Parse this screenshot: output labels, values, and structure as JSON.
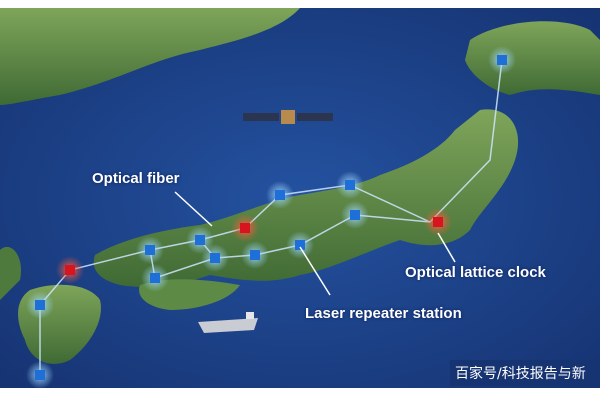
{
  "labels": {
    "optical_fiber": "Optical fiber",
    "optical_lattice_clock": "Optical lattice clock",
    "laser_repeater_station": "Laser repeater station"
  },
  "watermark": "百家号/科技报告与新",
  "colors": {
    "ocean": "#1b3f86",
    "land": "#5e8a45",
    "repeater": "#1f6fd8",
    "clock": "#d8141e",
    "fiber": "#cfe6ff"
  }
}
